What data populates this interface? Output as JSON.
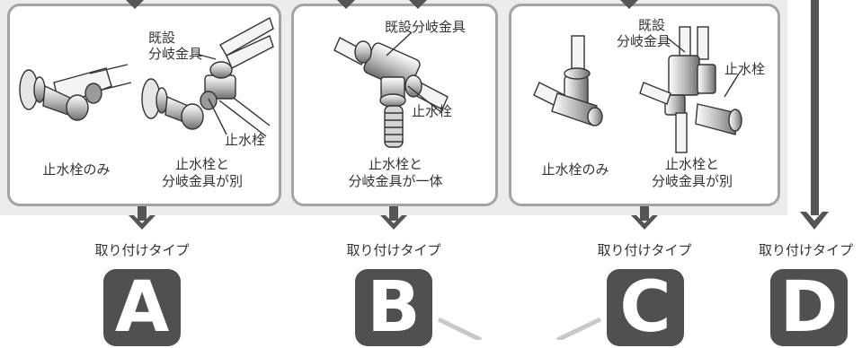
{
  "panel_a": {
    "callout_existing": [
      "既設",
      "分岐金具"
    ],
    "callout_stopcock": "止水栓",
    "caption_left": "止水栓のみ",
    "caption_right": [
      "止水栓と",
      "分岐金具が別"
    ]
  },
  "panel_b": {
    "callout_existing": "既設分岐金具",
    "callout_stopcock": "止水栓",
    "caption": [
      "止水栓と",
      "分岐金具が一体"
    ]
  },
  "panel_c": {
    "callout_existing": [
      "既設",
      "分岐金具"
    ],
    "callout_stopcock": "止水栓",
    "caption_left": "止水栓のみ",
    "caption_right": [
      "止水栓と",
      "分岐金具が別"
    ]
  },
  "types": [
    {
      "label": "取り付けタイプ",
      "letter": "A"
    },
    {
      "label": "取り付けタイプ",
      "letter": "B"
    },
    {
      "label": "取り付けタイプ",
      "letter": "C"
    },
    {
      "label": "取り付けタイプ",
      "letter": "D"
    }
  ],
  "colors": {
    "band": "#ececec",
    "panel_border": "#a3a3a3",
    "badge": "#505050",
    "arrow": "#555555",
    "pointer": "#c8c8c8"
  }
}
